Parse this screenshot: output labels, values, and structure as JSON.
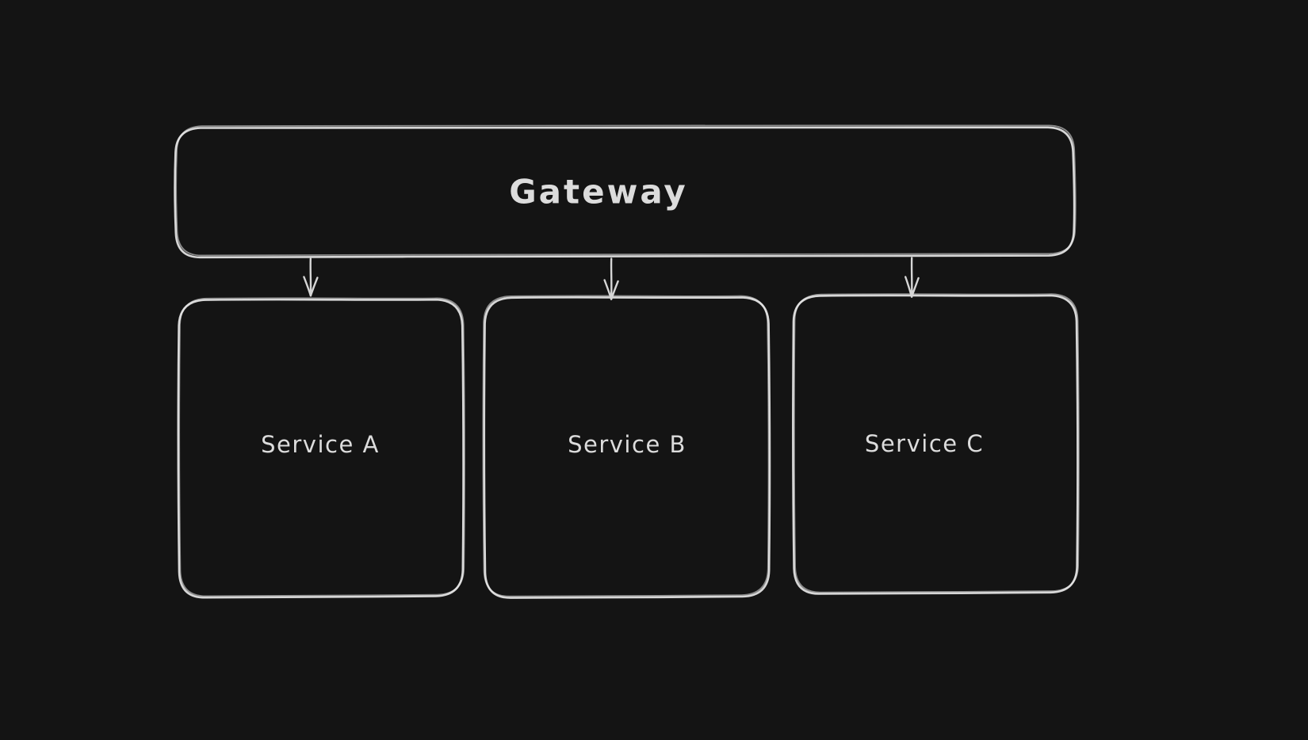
{
  "canvas": {
    "background_color": "#141414",
    "stroke_color": "#d6d6d6",
    "stroke_highlight_color": "#ececec",
    "text_color": "#dcdcdc",
    "style": "hand-drawn-sketch"
  },
  "diagram": {
    "type": "architecture-flowchart",
    "nodes": [
      {
        "id": "gateway",
        "label": "Gateway",
        "shape": "rounded-rectangle",
        "row": "top"
      },
      {
        "id": "service-a",
        "label": "Service A",
        "shape": "rounded-rectangle",
        "row": "bottom"
      },
      {
        "id": "service-b",
        "label": "Service B",
        "shape": "rounded-rectangle",
        "row": "bottom"
      },
      {
        "id": "service-c",
        "label": "Service C",
        "shape": "rounded-rectangle",
        "row": "bottom"
      }
    ],
    "edges": [
      {
        "from": "gateway",
        "to": "service-a",
        "style": "arrow",
        "direction": "down"
      },
      {
        "from": "gateway",
        "to": "service-b",
        "style": "arrow",
        "direction": "down"
      },
      {
        "from": "gateway",
        "to": "service-c",
        "style": "arrow",
        "direction": "down"
      }
    ]
  }
}
